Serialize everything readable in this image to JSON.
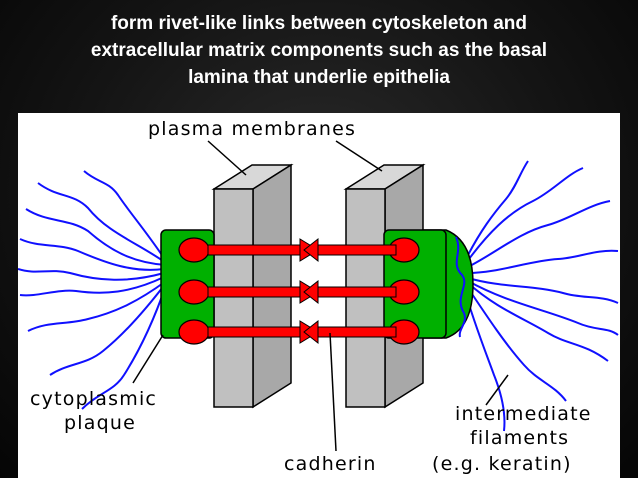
{
  "slide": {
    "title_lines": [
      "form rivet-like links between cytoskeleton and",
      "extracellular matrix components such as the basal",
      "lamina that underlie epithelia"
    ]
  },
  "diagram": {
    "labels": {
      "plasma_membranes": "plasma membranes",
      "cytoplasmic_1": "cytoplasmic",
      "cytoplasmic_2": "plaque",
      "cadherin": "cadherin",
      "intermediate_1": "intermediate",
      "intermediate_2": "filaments",
      "intermediate_3": "(e.g. keratin)"
    },
    "colors": {
      "membrane_front": "#c0c0c0",
      "membrane_side": "#a8a8a8",
      "membrane_top": "#d8d8d8",
      "plaque": "#00b000",
      "protein": "#ff0000",
      "filament": "#1010ff",
      "title_text": "#ffffff"
    }
  }
}
